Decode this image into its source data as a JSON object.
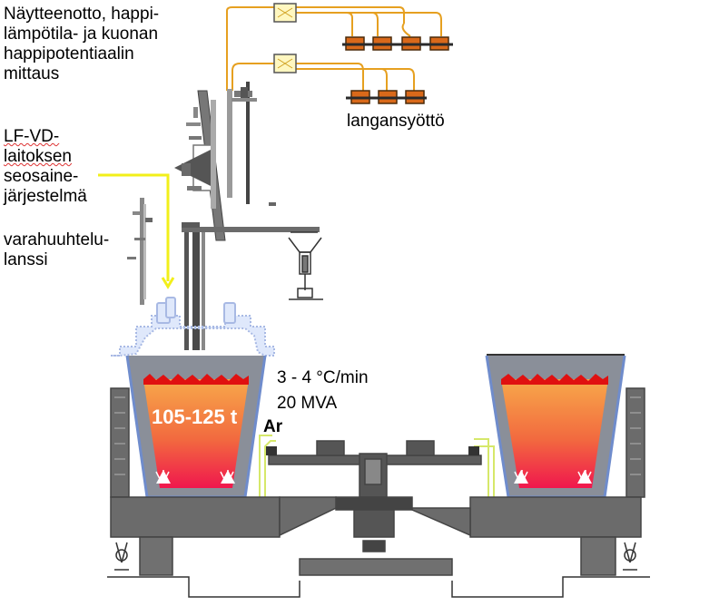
{
  "labels": {
    "measurement": [
      "Näytteenotto, happi-",
      "lämpötila-  ja kuonan",
      "happipotentiaalin",
      "mittaus"
    ],
    "alloy_system": [
      "LF-VD-",
      "laitoksen",
      "seosaine-",
      "järjestelmä"
    ],
    "lance": [
      "varahuuhtelu-",
      "lanssi"
    ],
    "wire_feed": "langansyöttö",
    "heating_rate": "3 - 4 °C/min",
    "power": "20 MVA",
    "ladle_capacity": "105-125 t",
    "argon": "Ar"
  },
  "colors": {
    "wire_feed_lines": "#e6a020",
    "yellow_feed_line": "#f2ef1a",
    "argon_line": "#d6e86a",
    "ladle_outline": "#6f8ccc",
    "steel_gray": "#5a5a5a",
    "hot_steel_top": "#f2a04a",
    "hot_steel_bottom": "#f0174d",
    "slag_red": "#e01010"
  }
}
